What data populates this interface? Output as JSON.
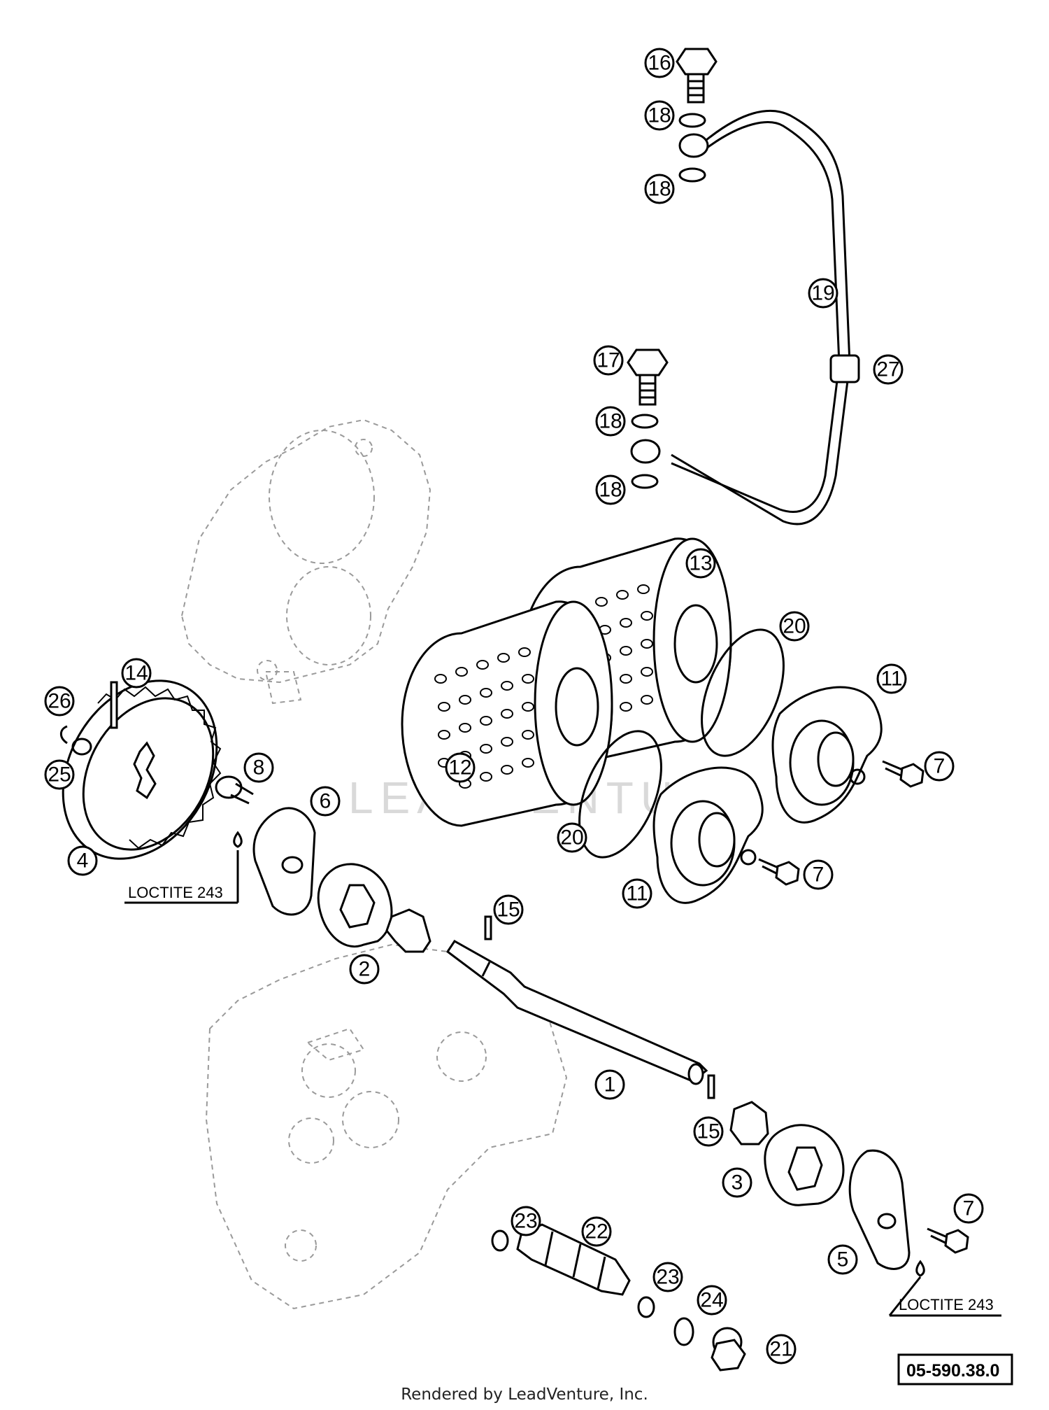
{
  "watermark": "LEADVENTURE",
  "diagram_code": "05-590.38.0",
  "notes": {
    "loctite_left": "LOCTITE 243",
    "loctite_right": "LOCTITE 243"
  },
  "callouts": [
    "16",
    "18",
    "18",
    "19",
    "27",
    "17",
    "18",
    "18",
    "13",
    "20",
    "11",
    "7",
    "12",
    "20",
    "11",
    "7",
    "14",
    "26",
    "25",
    "8",
    "6",
    "4",
    "15",
    "2",
    "1",
    "15",
    "3",
    "7",
    "23",
    "22",
    "5",
    "23",
    "24",
    "21"
  ],
  "footer": "Rendered by LeadVenture, Inc."
}
